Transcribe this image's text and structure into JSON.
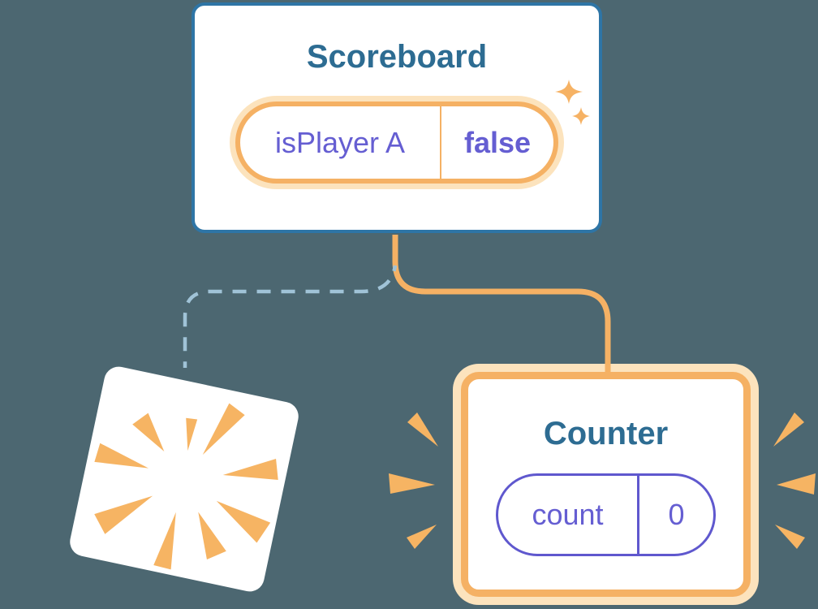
{
  "canvas": {
    "background_color": "#4C6771"
  },
  "scoreboard": {
    "title": "Scoreboard",
    "state_pill": {
      "name": "isPlayer A",
      "value": "false"
    }
  },
  "counter": {
    "title": "Counter",
    "state_pill": {
      "name": "count",
      "value": "0"
    }
  },
  "icons": {
    "sparkle": "sparkle-icon",
    "poof_burst": "poof-burst-icon",
    "emphasis_rays": "emphasis-rays-icon"
  },
  "colors": {
    "card_border_blue": "#2E75A6",
    "title_text_teal": "#2D6C92",
    "accent_orange": "#F5B164",
    "accent_orange_halo": "#FCE3BD",
    "state_purple_text": "#655ED2",
    "state_purple_border": "#5F58CE",
    "dashed_connector": "#A0C3D7",
    "card_background": "#FFFFFF"
  }
}
